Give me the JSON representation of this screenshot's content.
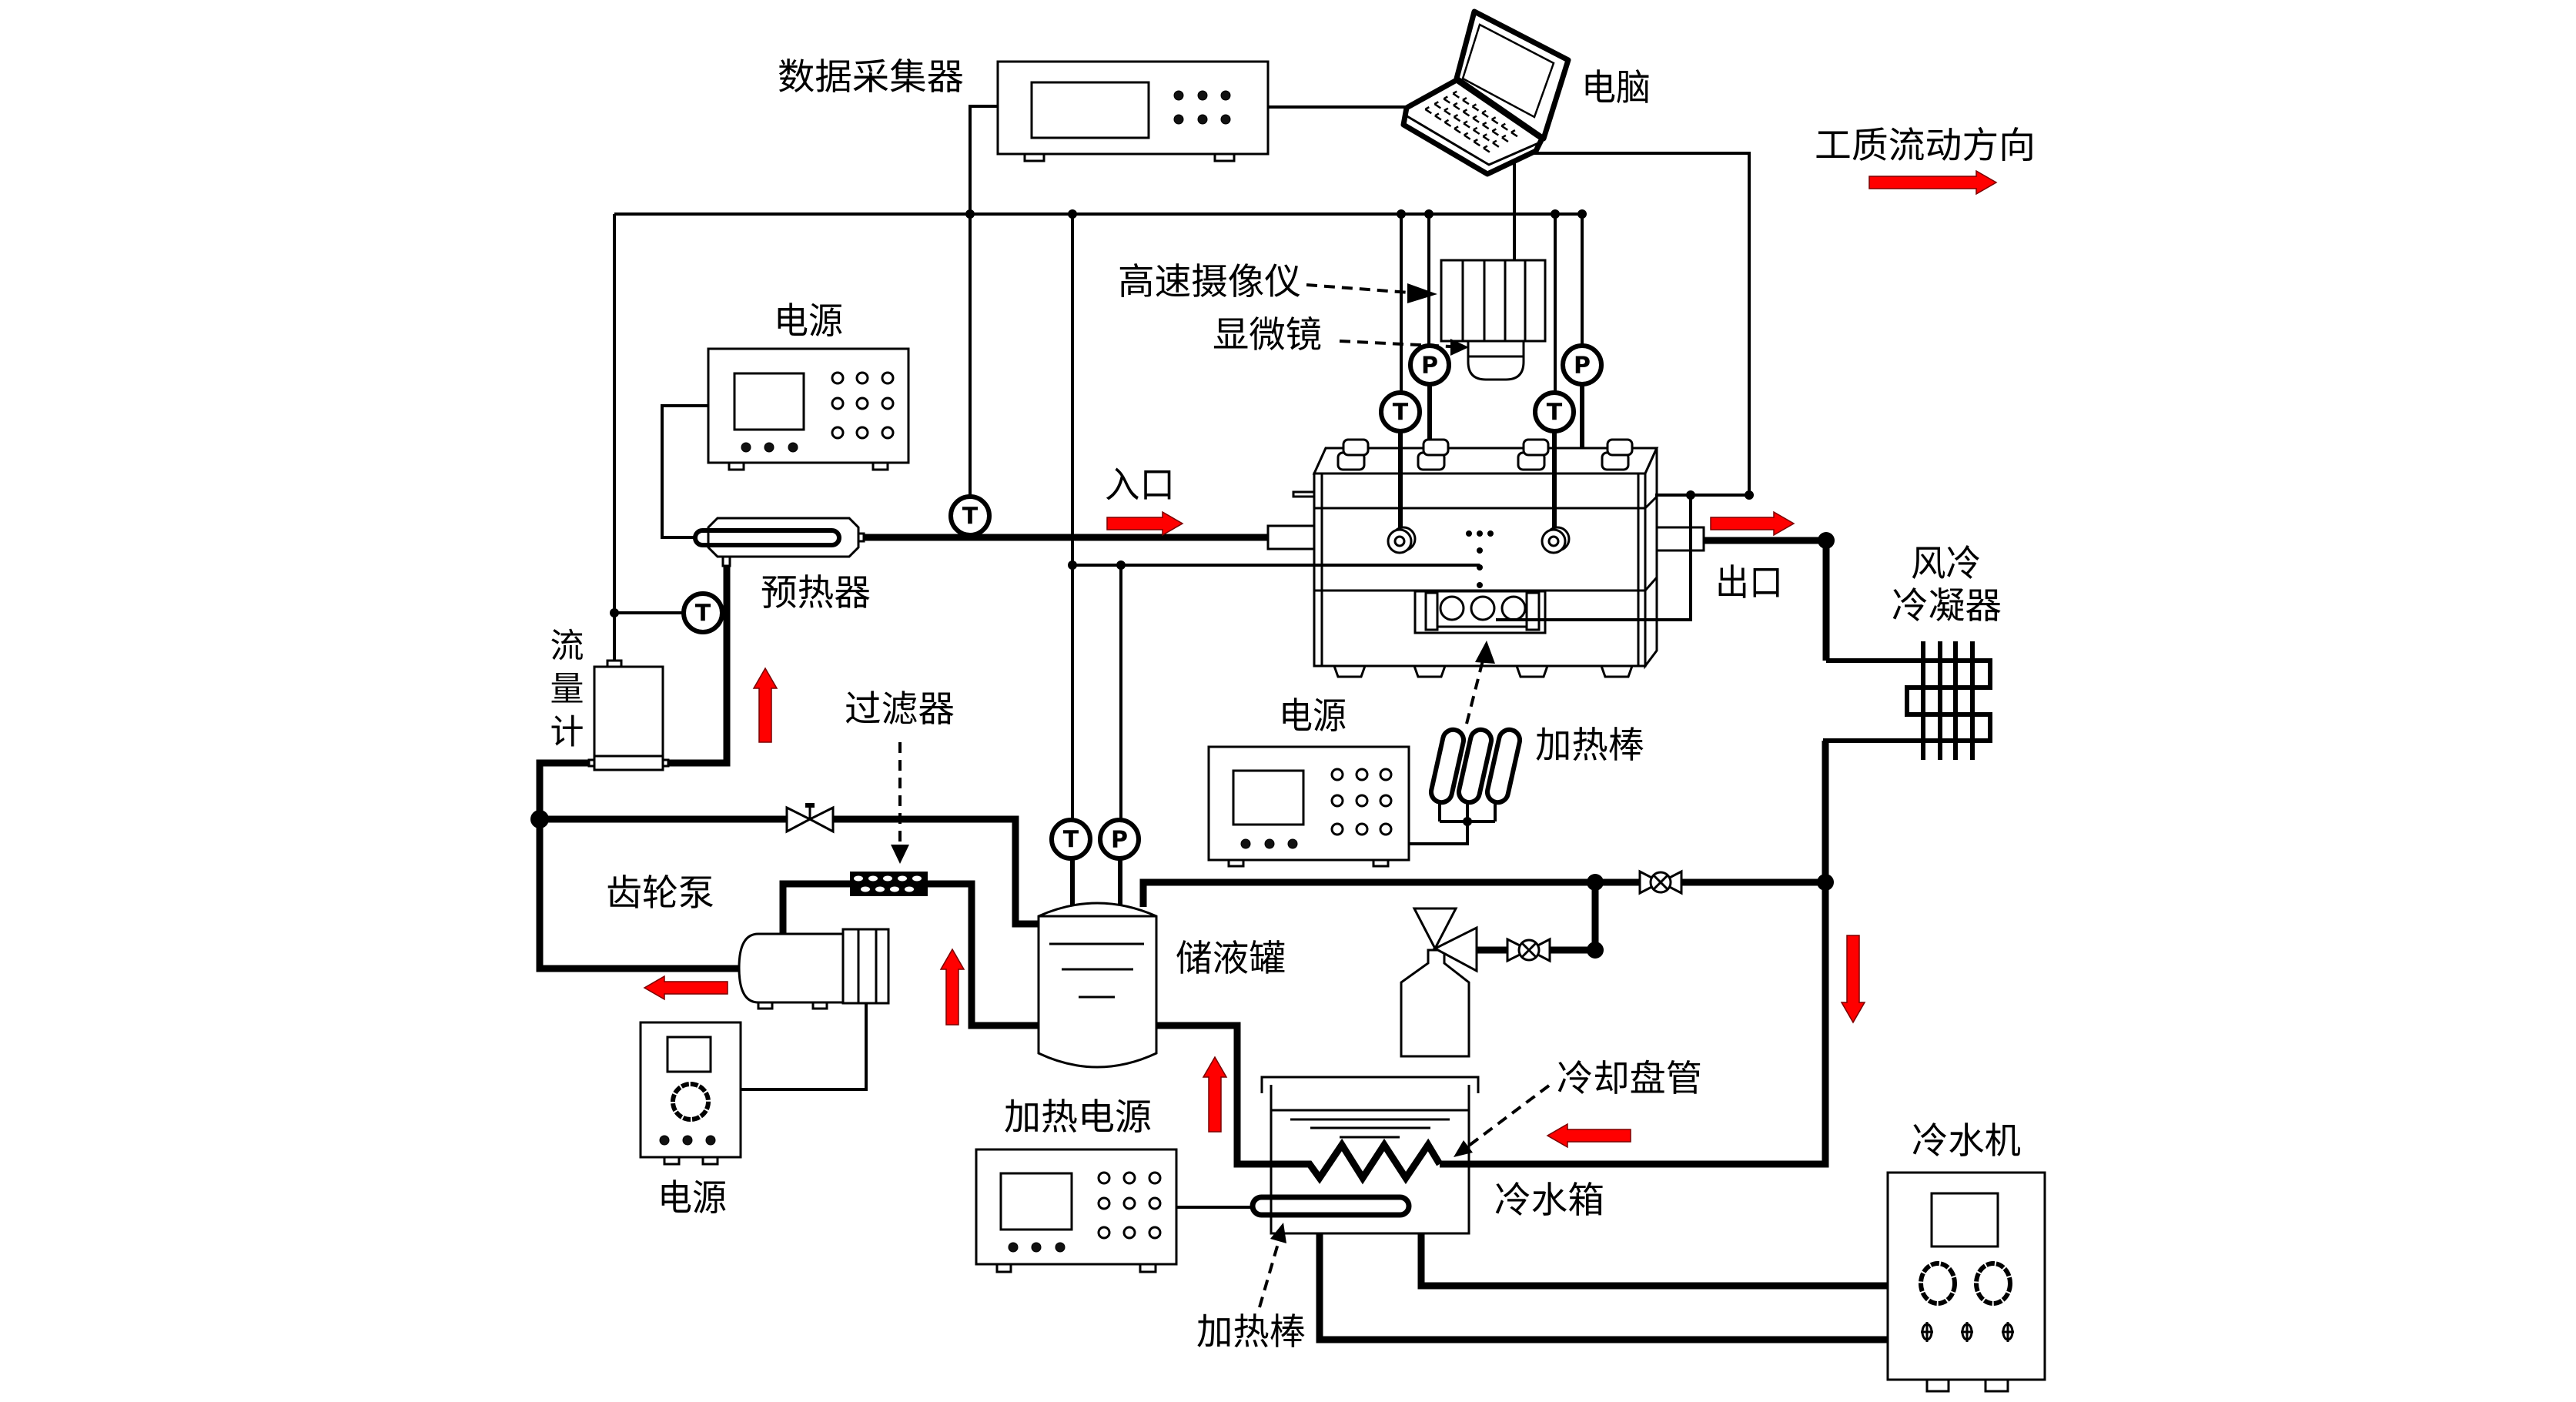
{
  "labels": {
    "data_acquisition": "数据采集器",
    "computer": "电脑",
    "flow_direction_legend": "工质流动方向",
    "high_speed_camera": "高速摄像仪",
    "microscope": "显微镜",
    "preheater_power_supply": "电源",
    "inlet": "入口",
    "preheater": "预热器",
    "outlet": "出口",
    "condenser_line1": "风冷",
    "condenser_line2": "冷凝器",
    "flowmeter": "流量计",
    "filter": "过滤器",
    "test_section_power_supply": "电源",
    "test_section_heater_rods": "加热棒",
    "gear_pump": "齿轮泵",
    "reservoir": "储液罐",
    "cooling_coil": "冷却盘管",
    "heating_power_supply": "加热电源",
    "chiller": "冷水机",
    "cold_water_tank": "冷水箱",
    "pump_power_supply": "电源",
    "tank_heater_rod": "加热棒"
  },
  "gauge_symbols": {
    "temperature": "T",
    "pressure": "P"
  },
  "colors": {
    "flow_arrow": "#ff0000",
    "line": "#000000",
    "background": "#ffffff"
  }
}
